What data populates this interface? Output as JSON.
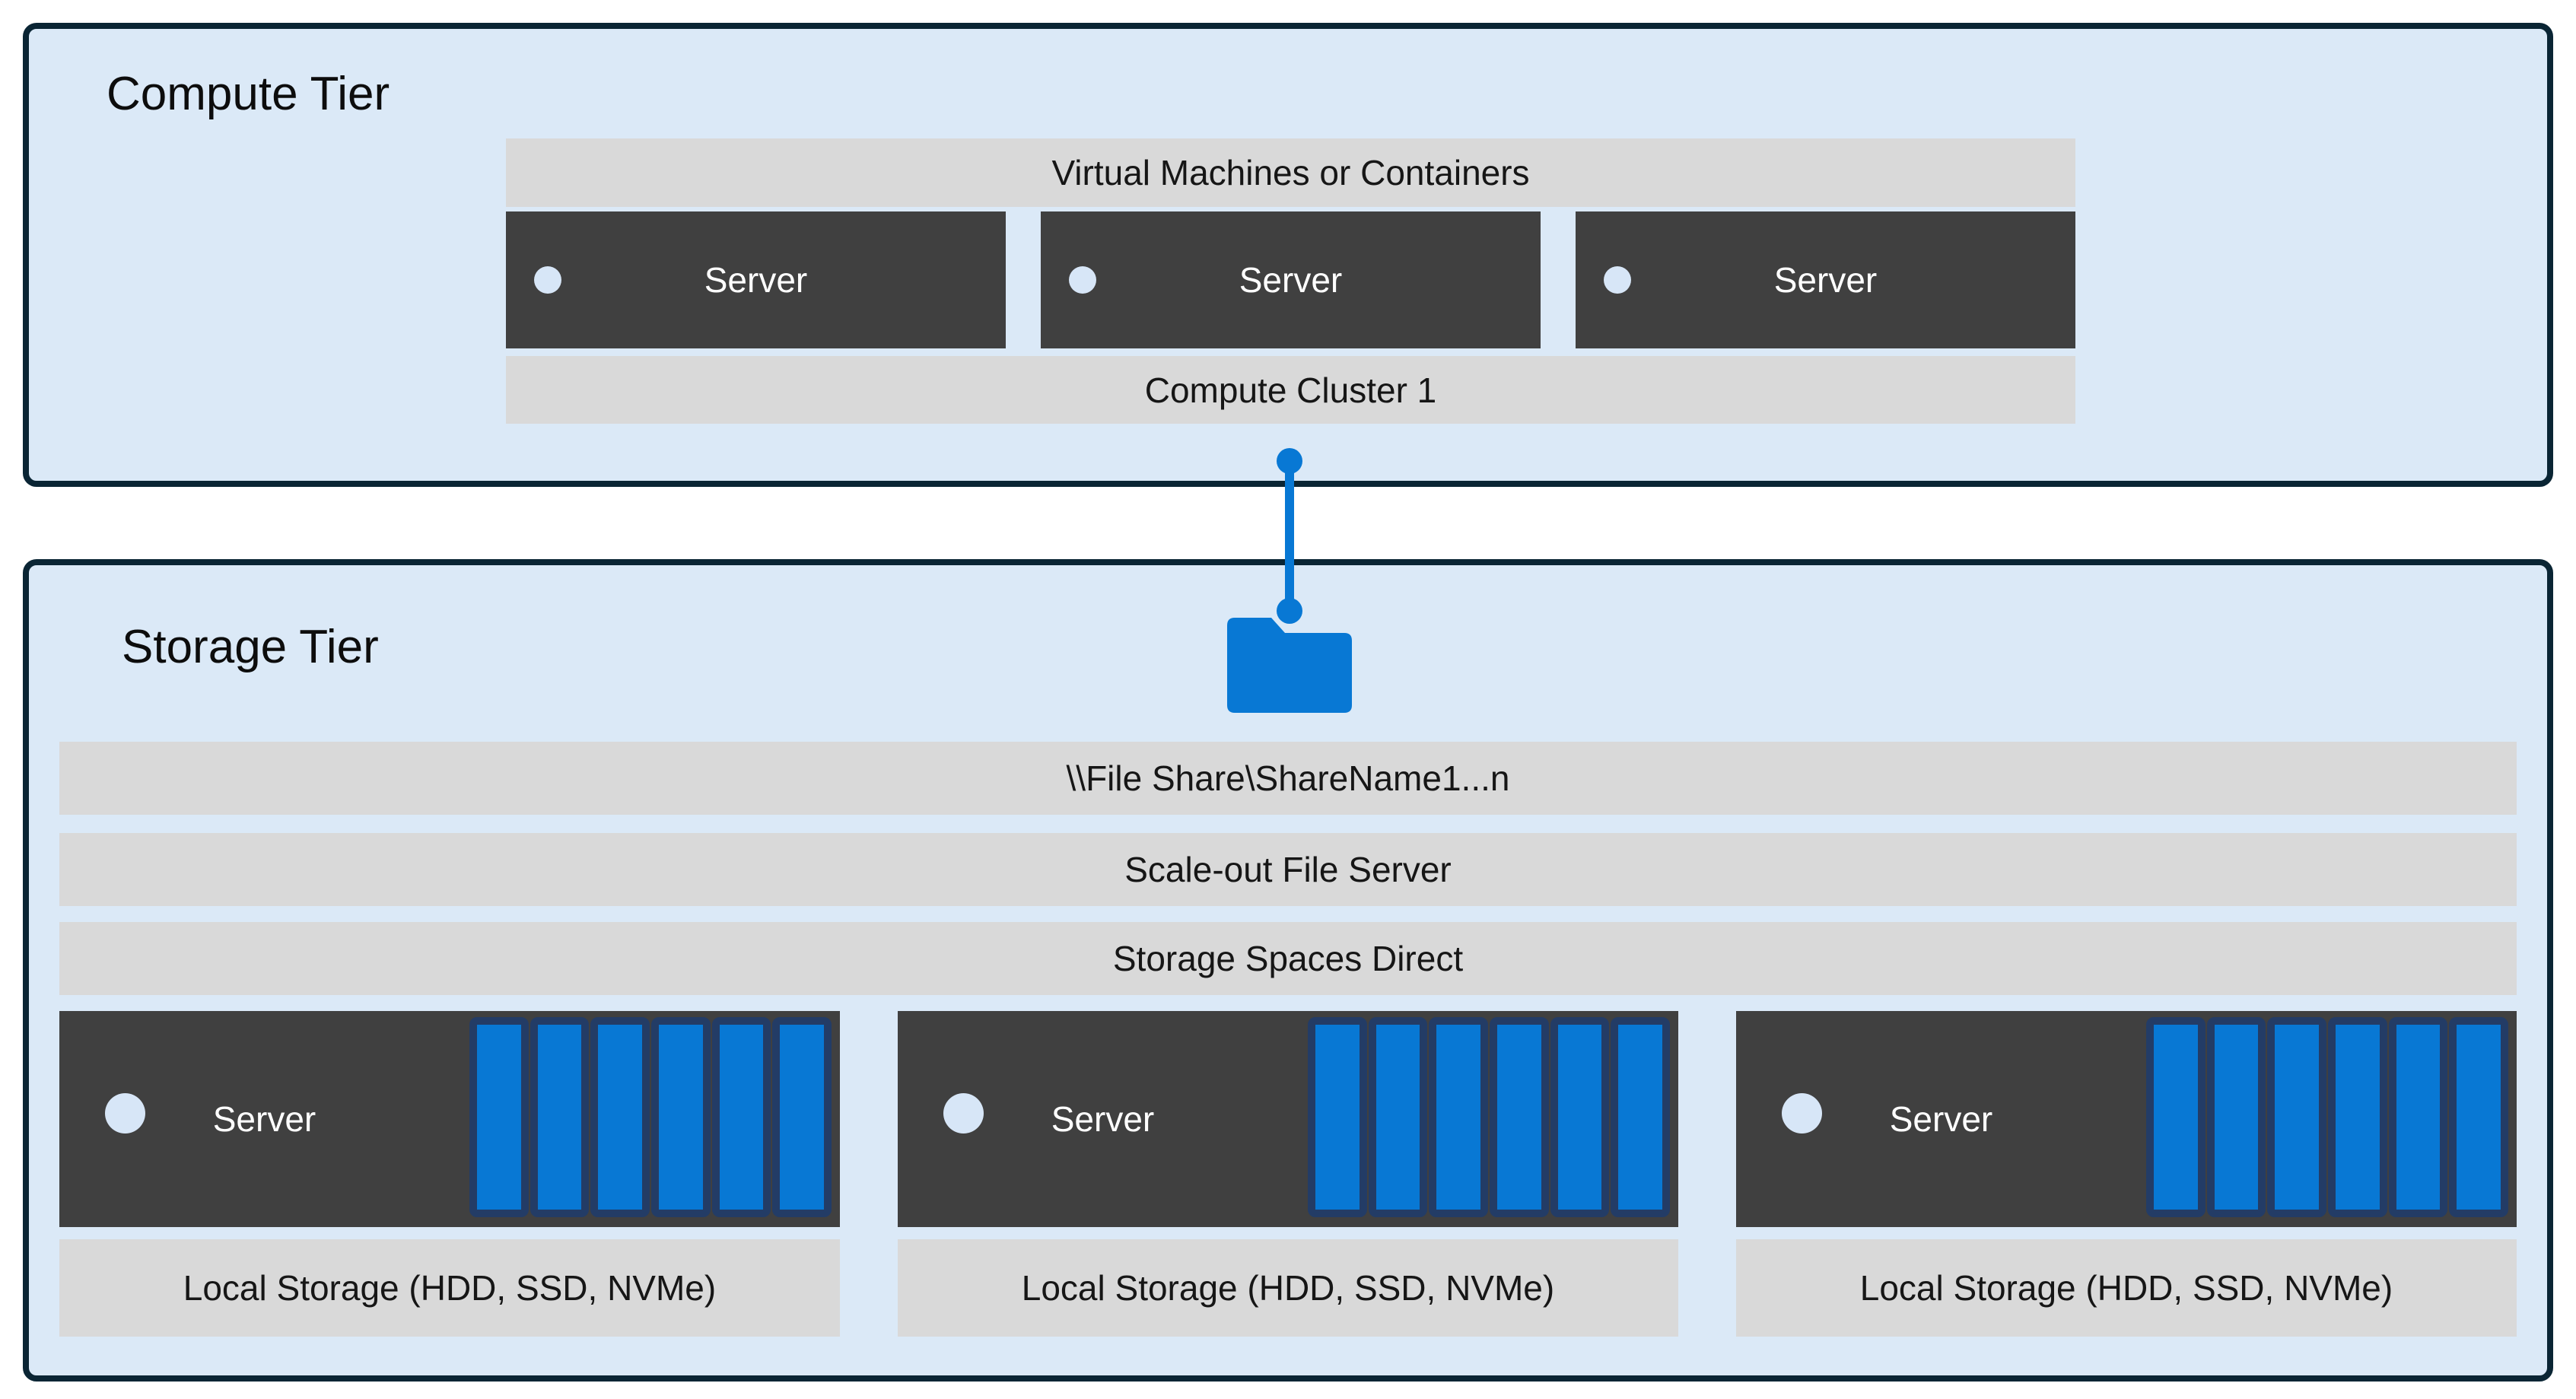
{
  "compute_tier": {
    "title": "Compute Tier",
    "vm_bar_label": "Virtual Machines or Containers",
    "servers": [
      {
        "label": "Server"
      },
      {
        "label": "Server"
      },
      {
        "label": "Server"
      }
    ],
    "cluster_bar_label": "Compute Cluster 1"
  },
  "storage_tier": {
    "title": "Storage Tier",
    "file_share_bar_label": "\\\\File Share\\ShareName1...n",
    "scale_out_bar_label": "Scale-out File Server",
    "s2d_bar_label": "Storage Spaces Direct",
    "nodes": [
      {
        "server_label": "Server",
        "local_storage_label": "Local Storage (HDD, SSD, NVMe)",
        "disk_count": 6
      },
      {
        "server_label": "Server",
        "local_storage_label": "Local Storage (HDD, SSD, NVMe)",
        "disk_count": 6
      },
      {
        "server_label": "Server",
        "local_storage_label": "Local Storage (HDD, SSD, NVMe)",
        "disk_count": 6
      }
    ]
  },
  "icons": {
    "folder": "folder-icon",
    "server_dot": "server-indicator-dot",
    "disk": "disk-icon",
    "connector": "connector-line"
  },
  "colors": {
    "background": "#ffffff",
    "tier_fill": "#dbe9f7",
    "tier_border": "#0a2534",
    "bar_fill": "#d9d9d9",
    "server_fill": "#404040",
    "accent_blue": "#0878d4",
    "disk_border": "#233c66",
    "dot_fill": "#d7e6f7",
    "bar_text": "#161616",
    "server_text": "#ffffff"
  }
}
